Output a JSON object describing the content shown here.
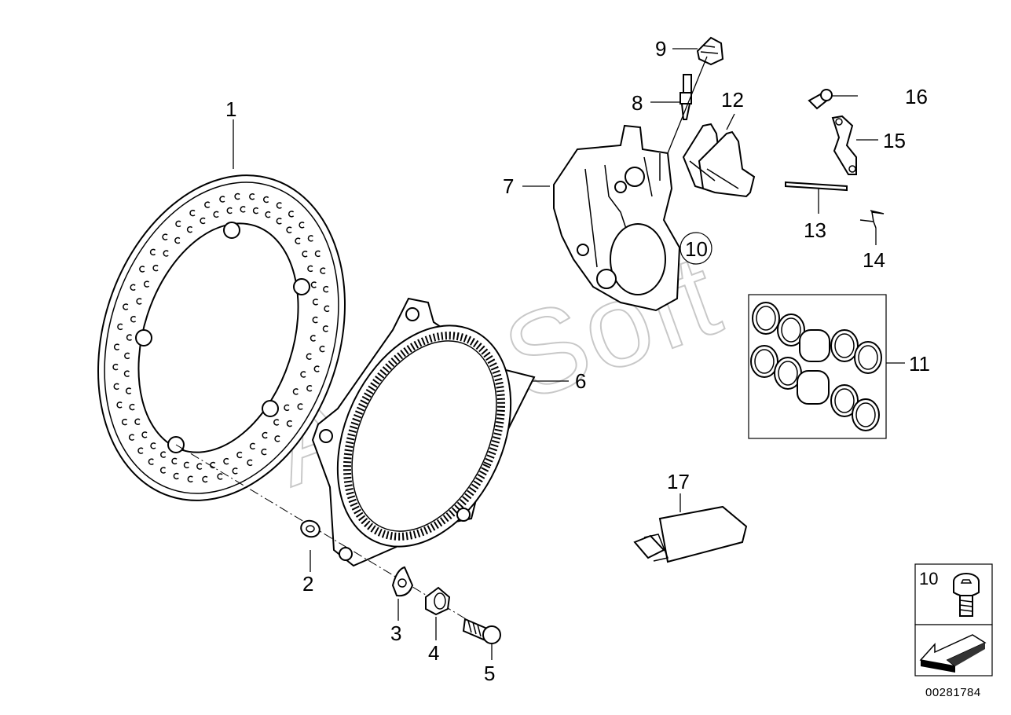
{
  "diagram": {
    "labels": {
      "p1": "1",
      "p2": "2",
      "p3": "3",
      "p4": "4",
      "p5": "5",
      "p6": "6",
      "p7": "7",
      "p8": "8",
      "p9": "9",
      "p10": "10",
      "p11": "11",
      "p12": "12",
      "p13": "13",
      "p14": "14",
      "p15": "15",
      "p16": "16",
      "p17": "17"
    },
    "inset_label": "10",
    "watermark": "AutoSoft",
    "drawing_number": "00281784"
  }
}
